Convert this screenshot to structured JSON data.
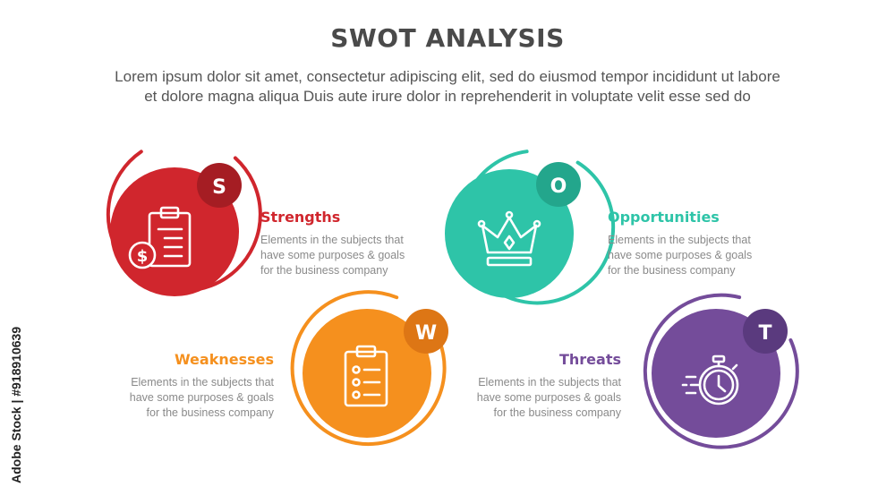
{
  "header": {
    "title": "SWOT ANALYSIS",
    "subtitle_line1": "Lorem ipsum dolor sit amet, consectetur adipiscing elit, sed do eiusmod tempor incididunt ut labore",
    "subtitle_line2": "et dolore magna aliqua Duis aute irure dolor in reprehenderit in voluptate velit esse sed do"
  },
  "items": [
    {
      "letter": "S",
      "title": "Strengths",
      "desc": [
        "Elements in the subjects that",
        "have  some purposes & goals",
        "for the  business company"
      ],
      "color": "#d0262d",
      "badge_color": "#a51d23",
      "icon": "clipboard-dollar-icon"
    },
    {
      "letter": "W",
      "title": "Weaknesses",
      "desc": [
        "Elements in the subjects that",
        "have  some purposes & goals",
        "for the  business company"
      ],
      "color": "#f5901e",
      "badge_color": "#dd7615",
      "icon": "checklist-clipboard-icon"
    },
    {
      "letter": "O",
      "title": "Opportunities",
      "desc": [
        "Elements in the subjects that",
        "have  some purposes & goals",
        "for the  business company"
      ],
      "color": "#2ec4a8",
      "badge_color": "#23a68c",
      "icon": "crown-icon"
    },
    {
      "letter": "T",
      "title": "Threats",
      "desc": [
        "Elements in the subjects that",
        "have  some purposes & goals",
        "for the  business company"
      ],
      "color": "#744c9a",
      "badge_color": "#5a3a7e",
      "icon": "stopwatch-icon"
    }
  ],
  "watermark": {
    "text": "Adobe Stock | #918910639"
  }
}
